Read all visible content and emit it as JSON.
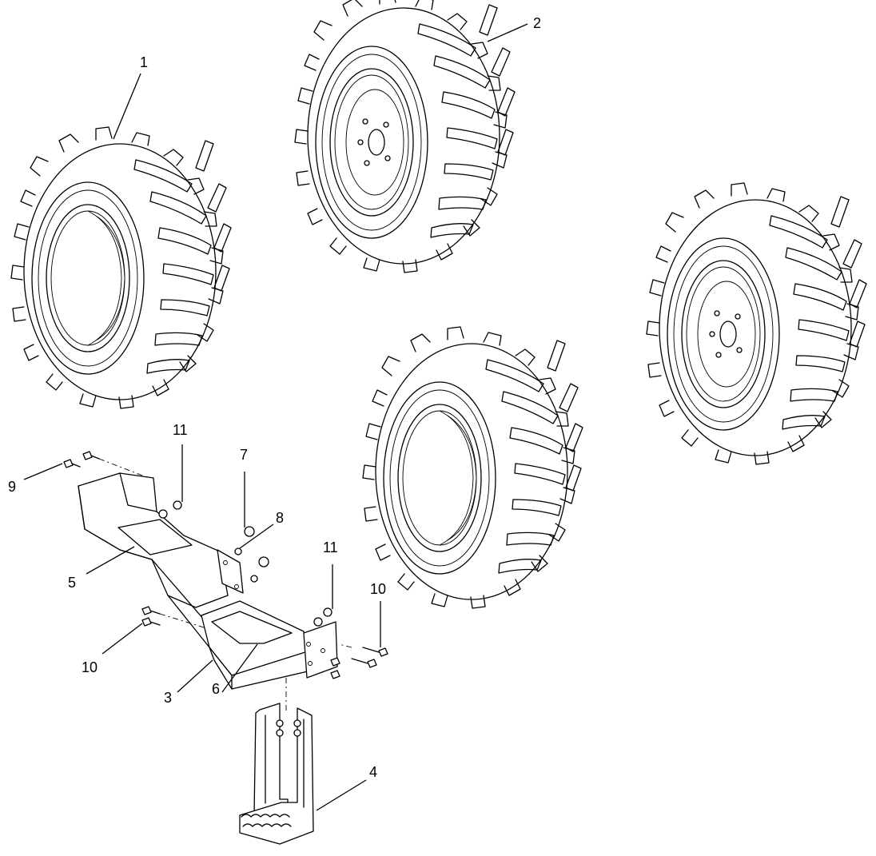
{
  "diagram": {
    "type": "exploded parts view",
    "callouts": [
      {
        "id": "c1",
        "label": "1"
      },
      {
        "id": "c2",
        "label": "2"
      },
      {
        "id": "c3",
        "label": "3"
      },
      {
        "id": "c4",
        "label": "4"
      },
      {
        "id": "c5",
        "label": "5"
      },
      {
        "id": "c6",
        "label": "6"
      },
      {
        "id": "c7",
        "label": "7"
      },
      {
        "id": "c8",
        "label": "8"
      },
      {
        "id": "c9",
        "label": "9"
      },
      {
        "id": "c10a",
        "label": "10"
      },
      {
        "id": "c10b",
        "label": "10"
      },
      {
        "id": "c11a",
        "label": "11"
      },
      {
        "id": "c11b",
        "label": "11"
      }
    ]
  }
}
